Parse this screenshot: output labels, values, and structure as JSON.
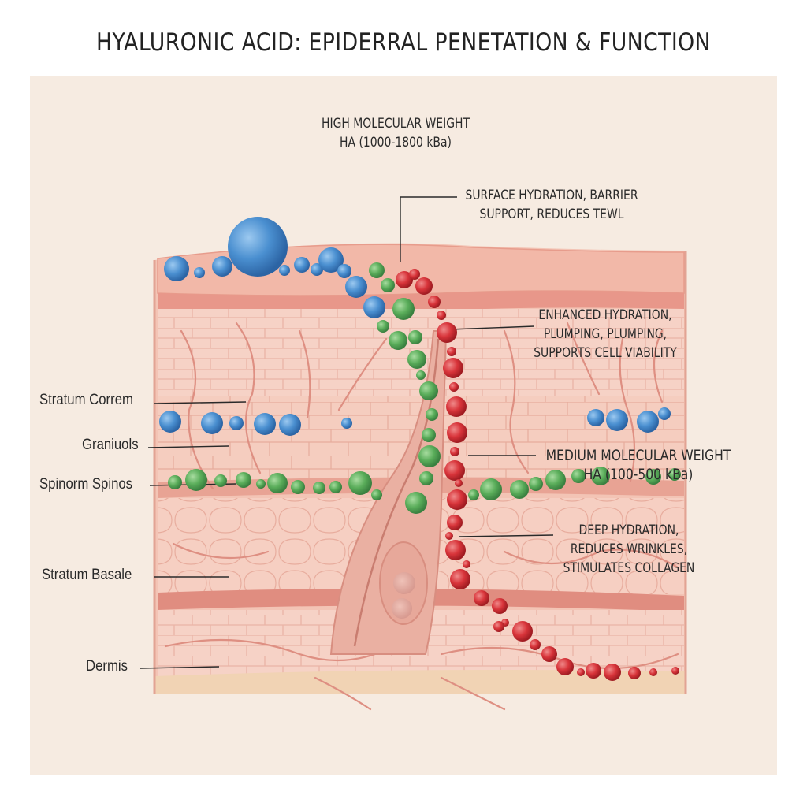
{
  "title": "HYALURONIC ACID: EPIDERRAL PENETATION & FUNCTION",
  "high_mw": {
    "line1": "HIGH MOLECULAR WEIGHT",
    "line2": "HA (1000-1800 kBa)"
  },
  "medium_mw": {
    "line1": "MEDIUM MOLECULAR WEIGHT",
    "line2": "HA (100-500 kBa)"
  },
  "functions": {
    "surface": [
      "SURFACE HYDRATION, BARRIER",
      "SUPPORT, REDUCES TEWL"
    ],
    "enhanced": [
      "ENHANCED HYDRATION,",
      "PLUMPING, PLUMPING,",
      "SUPPORTS CELL VIABILITY"
    ],
    "deep": [
      "DEEP HYDRATION,",
      "REDUCES WRINKLES,",
      "STIMULATES COLLAGEN"
    ]
  },
  "layers": {
    "corneum": "Stratum Correm",
    "granulosum": "Graniuols",
    "spinosum": "Spinorm Spinos",
    "basale": "Stratum Basale",
    "dermis": "Dermis"
  },
  "colors": {
    "high_mw": "#4a8fd0",
    "medium_mw": "#5aad5a",
    "low_mw": "#d8343a",
    "skin": "#f4c7b9",
    "background": "#f6ebe1"
  }
}
